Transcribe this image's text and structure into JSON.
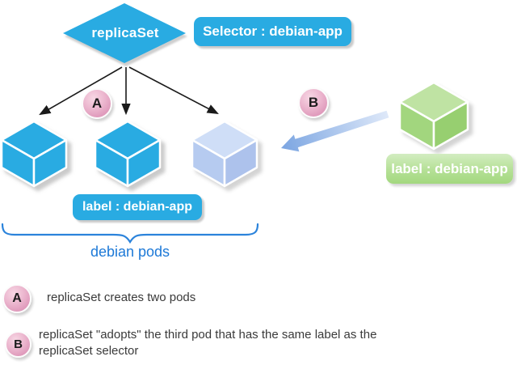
{
  "diagram": {
    "replicaset_label": "replicaSet",
    "selector_badge": "Selector : debian-app",
    "pods_label_badge": "label : debian-app",
    "green_pod_badge": "label : debian-app",
    "brace_caption": "debian pods",
    "marker_a": "A",
    "marker_b": "B"
  },
  "legend": {
    "items": [
      {
        "marker": "A",
        "lines": [
          "replicaSet creates two pods"
        ]
      },
      {
        "marker": "B",
        "lines": [
          "replicaSet \"adopts\" the third pod that has the same label as the",
          "replicaSet selector"
        ]
      }
    ]
  },
  "icons": {
    "replicaset_shape": "diamond",
    "pod": "isometric-cube-icon",
    "create_arrows": "thin-black-arrow",
    "adopt_arrow": "thick-blue-arrow-left",
    "group_brace": "curly-brace"
  },
  "colors": {
    "primary_blue": "#29abe2",
    "light_blue_pod": "#b6cbf0",
    "green_pod": "#a2d67e",
    "pink_marker": "#d685ad",
    "brace_blue": "#2b83db",
    "caption_blue": "#1d79d7",
    "arrow_black": "#1a1a1a",
    "legend_text": "#3a3a3a"
  }
}
